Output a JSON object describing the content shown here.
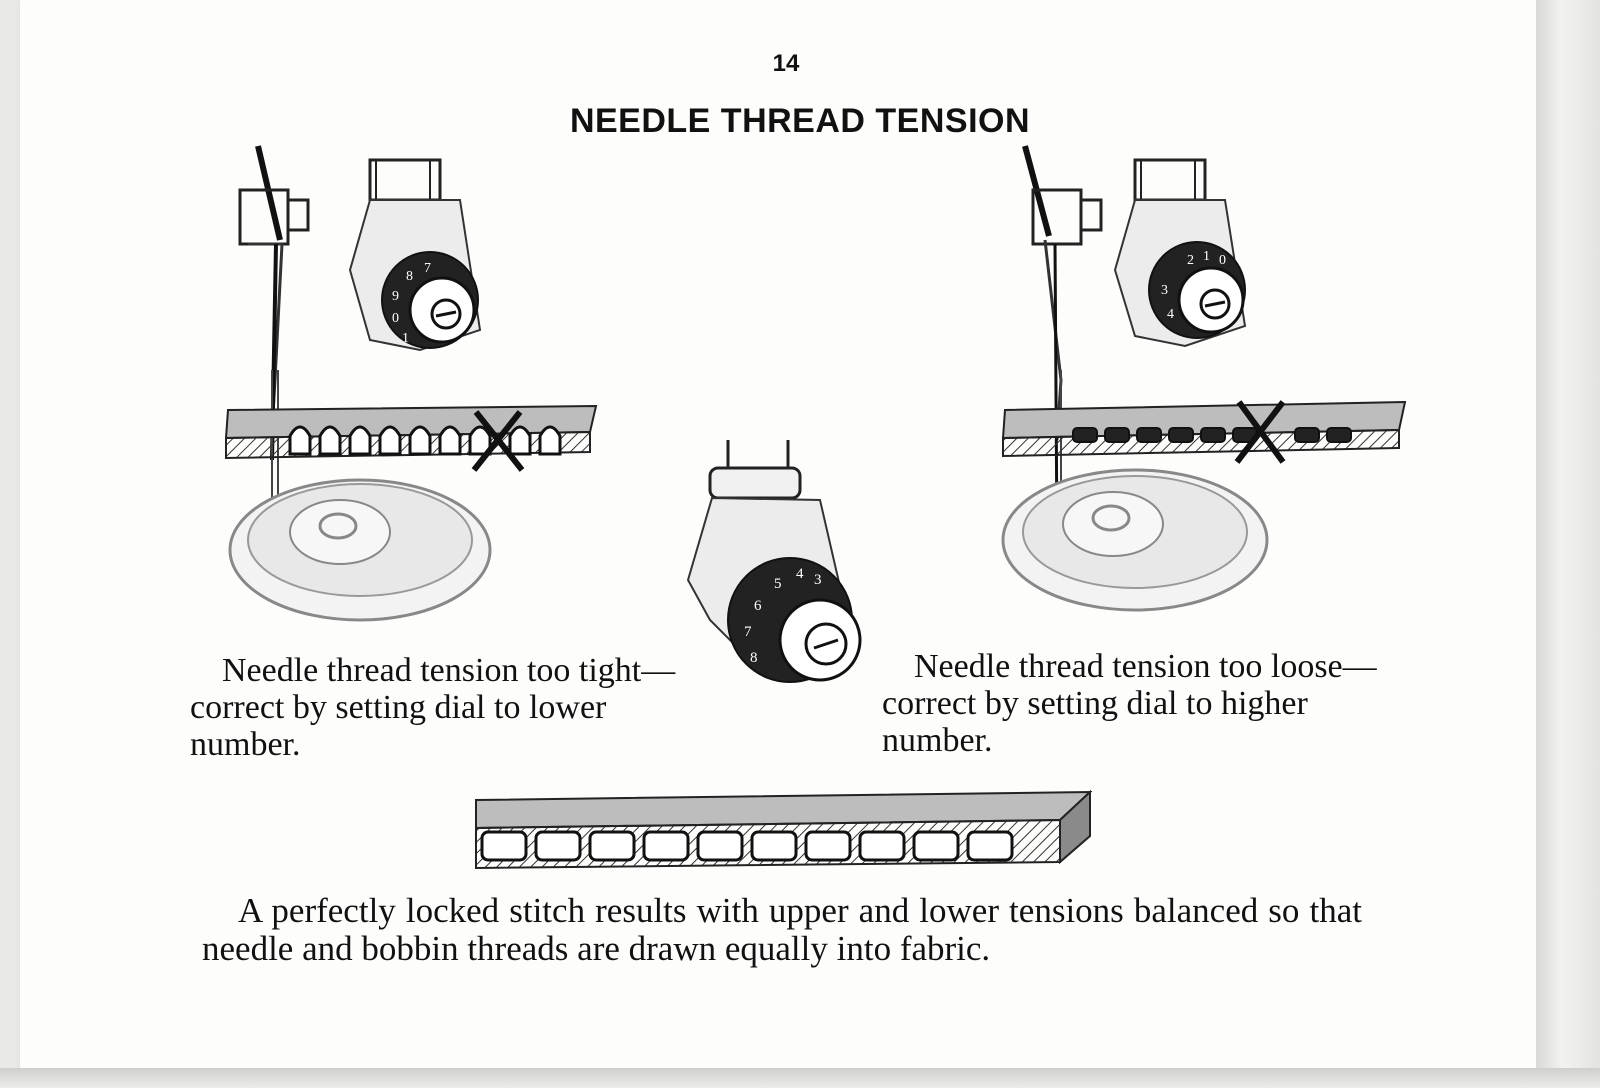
{
  "page": {
    "number": "14",
    "heading": "NEEDLE THREAD TENSION"
  },
  "captions": {
    "tight": "Needle thread tension too tight—correct by setting dial to lower number.",
    "loose": "Needle thread tension too loose—correct by setting dial to higher number.",
    "balanced": "A perfectly locked stitch results with upper and lower tensions balanced so that needle and bobbin threads are drawn equally into fabric."
  },
  "dials": {
    "tight": [
      "8",
      "7",
      "9",
      "0",
      "1"
    ],
    "center": [
      "3",
      "4",
      "5",
      "6",
      "7",
      "8"
    ],
    "loose": [
      "2",
      "1",
      "0",
      "3",
      "4"
    ]
  }
}
